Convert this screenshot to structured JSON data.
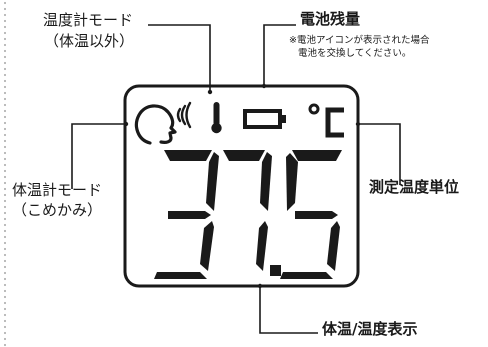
{
  "labels": {
    "thermometer_mode": "温度計モード",
    "thermometer_mode_sub": "（体温以外）",
    "battery": "電池残量",
    "battery_note_1": "※電池アイコンが表示された場合",
    "battery_note_2": "電池を交換してください。",
    "temple_mode": "体温計モード",
    "temple_mode_sub": "（こめかみ）",
    "unit": "測定温度単位",
    "display": "体温/温度表示"
  },
  "lcd": {
    "reading": "37.5",
    "unit_symbol": "°C",
    "icons": [
      "head-profile-icon",
      "sound-waves-icon",
      "thermometer-icon",
      "battery-icon"
    ]
  },
  "colors": {
    "ink": "#1a1a1a",
    "background": "#ffffff"
  }
}
